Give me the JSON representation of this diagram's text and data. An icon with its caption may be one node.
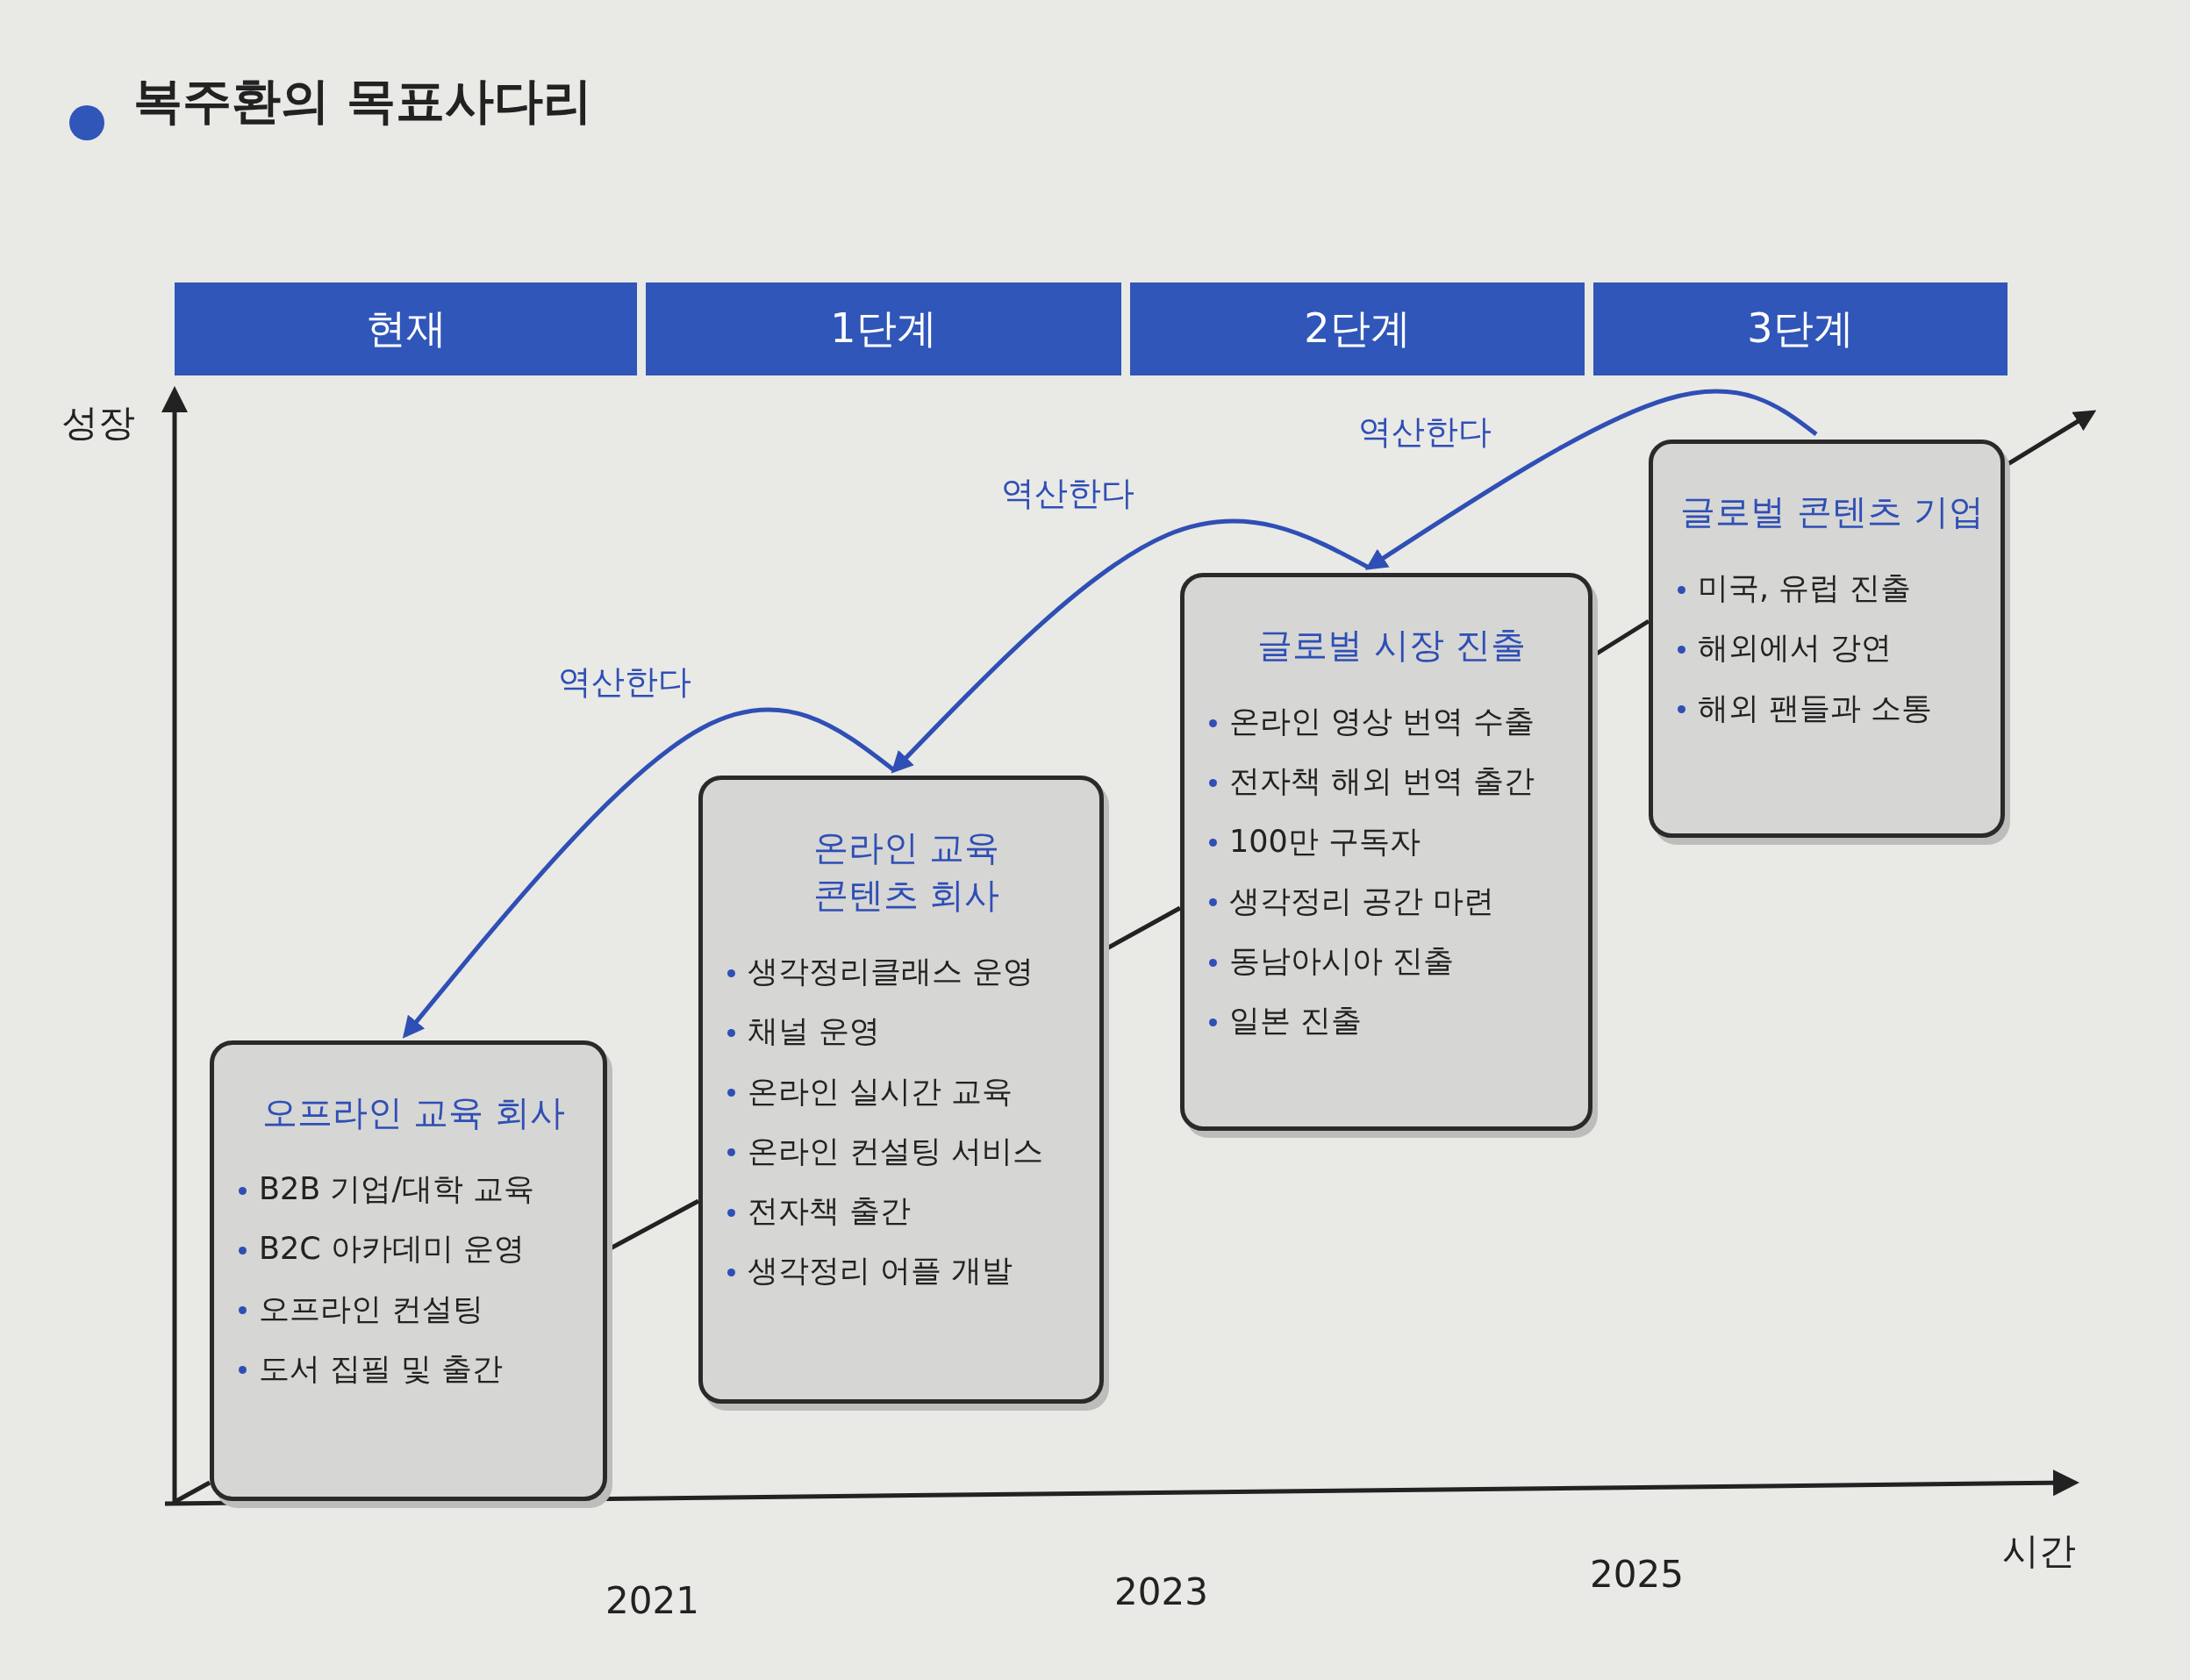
{
  "diagram": {
    "title": "복주환의 목표사다리",
    "nodes": [
      {
        "text": [
          "현재"
        ]
      },
      {
        "text": [
          "1단계"
        ]
      },
      {
        "text": [
          "2단계"
        ]
      },
      {
        "text": [
          "3단계"
        ]
      },
      {
        "text": [
          "오프라인 교육 회사",
          "B2B 기업/대학 교육",
          "B2C 아카데미 운영",
          "오프라인 컨설팅",
          "도서 집필 및 출간"
        ]
      },
      {
        "text": [
          "온라인 교육 콘텐츠 회사",
          "생각정리클래스 운영",
          "채널 운영",
          "온라인 실시간 교육",
          "온라인 컨설팅 서비스",
          "전자책 출간",
          "생각정리 어플 개발"
        ]
      },
      {
        "text": [
          "글로벌 시장 진출",
          "온라인 영상 번역 수출",
          "전자책 해외 번역 출간",
          "100만 구독자",
          "생각정리 공간 마련",
          "동남아시아 진출",
          "일본 진출"
        ]
      },
      {
        "text": [
          "글로벌 콘텐츠 기업",
          "미국, 유럽 진출",
          "해외에서 강연",
          "해외 팬들과 소통"
        ]
      }
    ],
    "edges": [
      {
        "from": null,
        "to": 4,
        "arrow": "none"
      },
      {
        "from": 4,
        "to": 5,
        "arrow": "none"
      },
      {
        "from": 5,
        "to": 6,
        "arrow": "none"
      },
      {
        "from": 6,
        "to": 7,
        "arrow": "none"
      },
      {
        "from": 7,
        "to": null,
        "arrow": "to"
      },
      {
        "from": 5,
        "to": 4,
        "arrow": "to",
        "label": "역산한다",
        "color": "#2f4fb5"
      },
      {
        "from": 6,
        "to": 5,
        "arrow": "to",
        "label": "역산한다",
        "color": "#2f4fb5"
      },
      {
        "from": 7,
        "to": 6,
        "arrow": "to",
        "label": "역산한다",
        "color": "#2f4fb5"
      }
    ],
    "labels": [
      "성장",
      "시간",
      "2021",
      "2023",
      "2025"
    ]
  }
}
